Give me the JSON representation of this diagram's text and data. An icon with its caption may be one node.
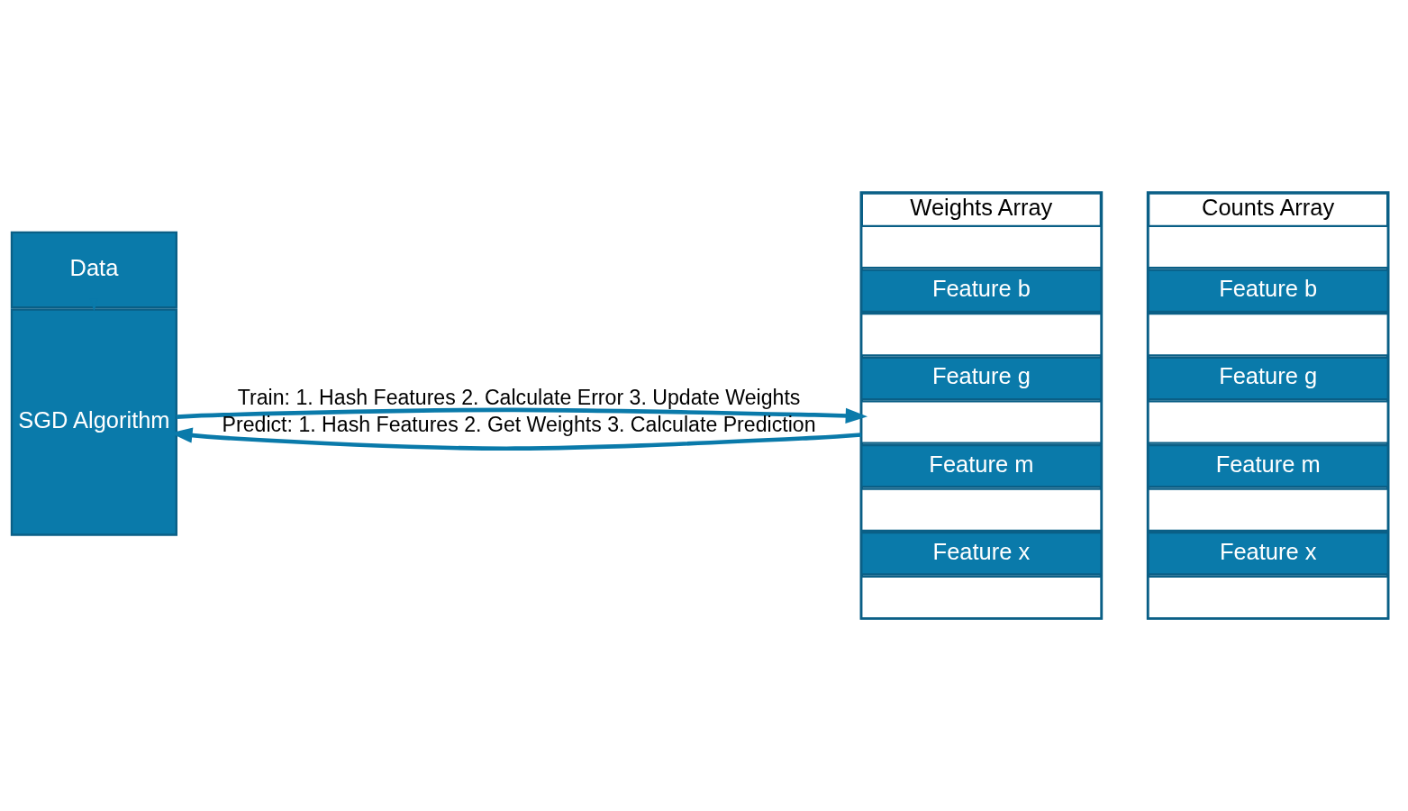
{
  "diagram": {
    "nodes": [
      {
        "text": [
          "Data"
        ]
      },
      {
        "text": [
          "SGD Algorithm"
        ]
      },
      {
        "text": [
          "Weights Array"
        ]
      },
      {
        "text": [],
        "shape": "box",
        "in": 2
      },
      {
        "text": [
          "Feature b"
        ],
        "in": 2
      },
      {
        "text": [],
        "shape": "box",
        "in": 2
      },
      {
        "text": [
          "Feature g"
        ],
        "in": 2
      },
      {
        "text": [],
        "shape": "box",
        "in": 2
      },
      {
        "text": [
          "Feature m"
        ],
        "in": 2
      },
      {
        "text": [],
        "shape": "box",
        "in": 2
      },
      {
        "text": [
          "Feature x"
        ],
        "in": 2
      },
      {
        "text": [],
        "shape": "box",
        "in": 2
      },
      {
        "text": [
          "Counts Array"
        ]
      },
      {
        "text": [],
        "shape": "box",
        "in": 12
      },
      {
        "text": [
          "Feature b"
        ],
        "in": 12
      },
      {
        "text": [],
        "shape": "box",
        "in": 12
      },
      {
        "text": [
          "Feature g"
        ],
        "in": 12
      },
      {
        "text": [],
        "shape": "box",
        "in": 12
      },
      {
        "text": [
          "Feature m"
        ],
        "in": 12
      },
      {
        "text": [],
        "shape": "box",
        "in": 12
      },
      {
        "text": [
          "Feature x"
        ],
        "in": 12
      },
      {
        "text": [],
        "shape": "box",
        "in": 12
      }
    ],
    "edges": [
      {
        "from": 0,
        "to": 1,
        "arrow": "to"
      },
      {
        "from": 1,
        "to": 2,
        "arrow": "to",
        "label": "Train: 1. Hash Features 2. Calculate Error 3. Update Weights"
      },
      {
        "from": 2,
        "to": 1,
        "arrow": "to",
        "label": "Predict: 1. Hash Features 2. Get Weights 3. Calculate Prediction"
      }
    ]
  }
}
